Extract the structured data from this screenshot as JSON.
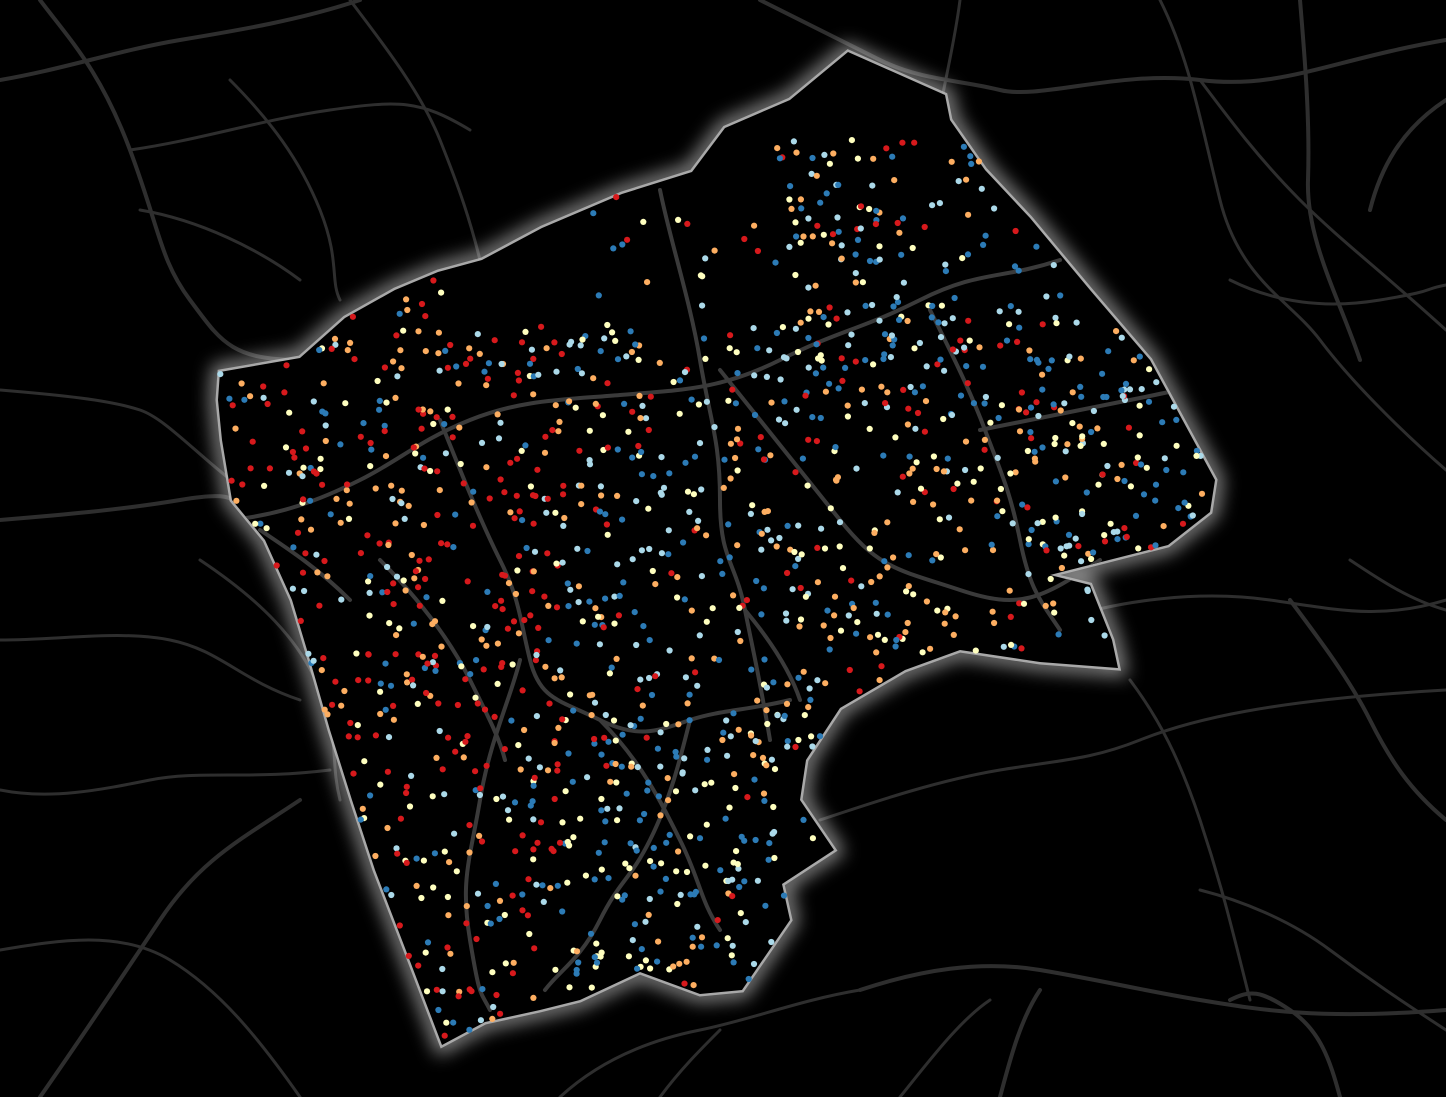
{
  "map": {
    "basemap": "dark",
    "background_color": "#000000",
    "road_color": "#2e2e2e",
    "boundary_fill": "#000000",
    "boundary_glow_color": "#ffffff",
    "has_labels": false,
    "has_legend": false,
    "point_classes": [
      {
        "id": "class-1",
        "color": "#d7191c",
        "share": 0.2
      },
      {
        "id": "class-2",
        "color": "#fdae61",
        "share": 0.2
      },
      {
        "id": "class-3",
        "color": "#ffffbf",
        "share": 0.2
      },
      {
        "id": "class-4",
        "color": "#abd9e9",
        "share": 0.2
      },
      {
        "id": "class-5",
        "color": "#2c7bb6",
        "share": 0.2
      }
    ]
  }
}
